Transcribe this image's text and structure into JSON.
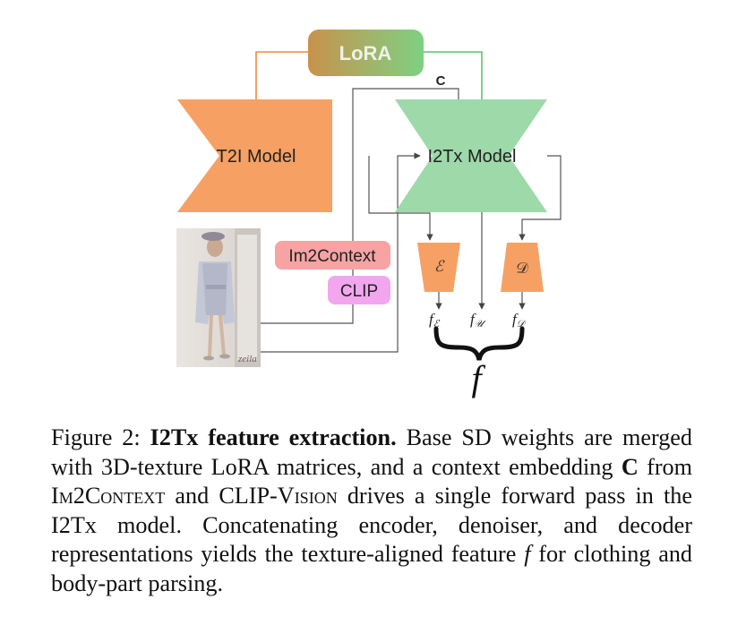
{
  "diagram": {
    "lora_label": "LoRA",
    "t2i_label": "T2I Model",
    "i2tx_label": "I2Tx Model",
    "context_symbol": "C",
    "im2context_label": "Im2Context",
    "clip_label": "CLIP",
    "encoder_symbol": "ℰ",
    "decoder_symbol": "𝒟",
    "f_e_label": "f",
    "f_e_sub": "ℰ",
    "f_u_label": "f",
    "f_u_sub": "𝒰",
    "f_d_label": "f",
    "f_d_sub": "𝒟",
    "f_total_label": "f",
    "photo_watermark": "zeila",
    "colors": {
      "orange": "#f7a064",
      "green": "#9dd9a9",
      "lora_left": "#c8924c",
      "lora_right": "#7ed183",
      "im2context": "#f7a3a3",
      "clip": "#f2a6ee",
      "line": "#555555"
    }
  },
  "caption": {
    "figure_label": "Figure 2:",
    "title": "I2Tx feature extraction.",
    "t1": "Base SD weights are merged with 3D-texture LoRA matrices, and a context embedding",
    "c_symbol": "C",
    "t2": "from",
    "sc1": "Im2Context",
    "t3": "and",
    "sc2": "CLIP-Vision",
    "t4": "drives a single forward pass in the I2Tx model. Concatenating encoder, denoiser, and decoder representations yields the texture-aligned feature",
    "f_symbol": "f",
    "t5": "for clothing and body-part parsing."
  }
}
